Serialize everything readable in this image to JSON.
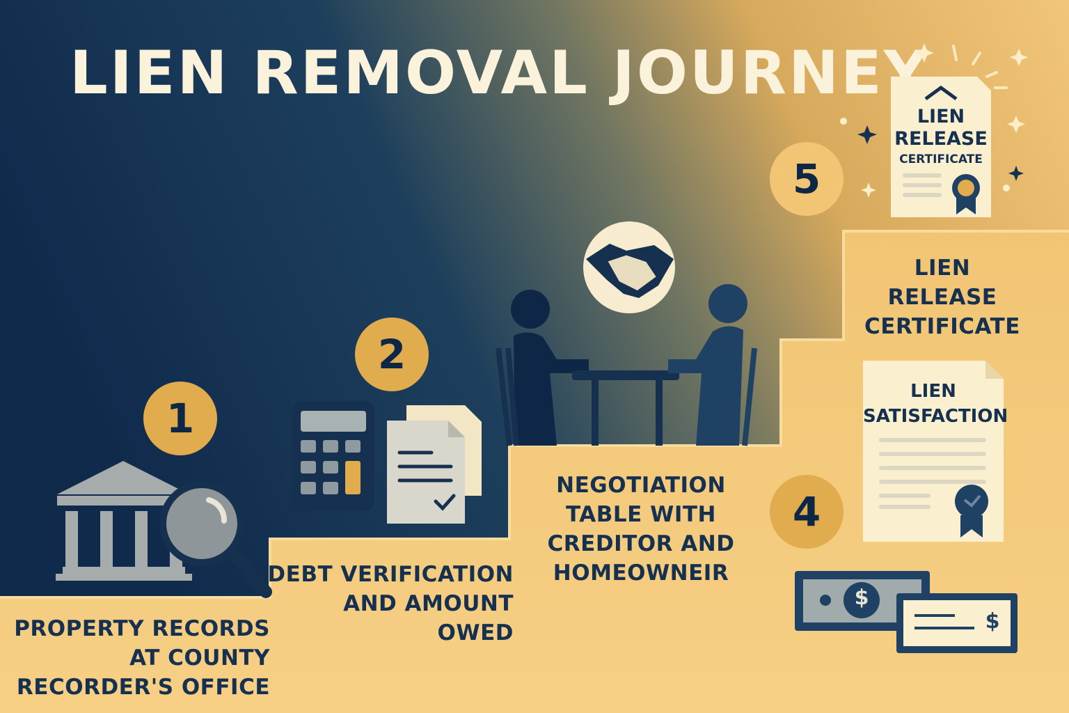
{
  "colors": {
    "navy": "#16304f",
    "deep_navy": "#0f2747",
    "gold": "#e0ac4d",
    "sand": "#f3c879",
    "cream": "#fbf0d2",
    "title_text": "#fbf2dc",
    "label_text": "#16304f"
  },
  "title": "LIEN REMOVAL JOURNEY",
  "steps": [
    {
      "number": "1",
      "label": "PROPERTY RECORDS\nAT COUNTY\nRECORDER'S OFFICE",
      "icon": "courthouse-icon"
    },
    {
      "number": "2",
      "label": "DEBT VERIFICATION\nAND AMOUNT\nOWED",
      "icon": "calculator-icon"
    },
    {
      "number": "",
      "label": "NEGOTIATION\nTABLE WITH\nCREDITOR AND\nHOMEOWNEIR",
      "icon": "handshake-icon"
    },
    {
      "number": "4",
      "label": "",
      "icon": "payment-icon"
    },
    {
      "number": "5",
      "label": "LIEN\nRELEASE\nCERTIFICATE",
      "icon": "certificate-icon"
    }
  ],
  "documents": {
    "satisfaction": "LIEN\nSATISFACTION",
    "release_line1": "LIEN",
    "release_line2": "RELEASE",
    "release_line3": "CERTIFICATE"
  },
  "symbols": {
    "dollar": "$"
  }
}
